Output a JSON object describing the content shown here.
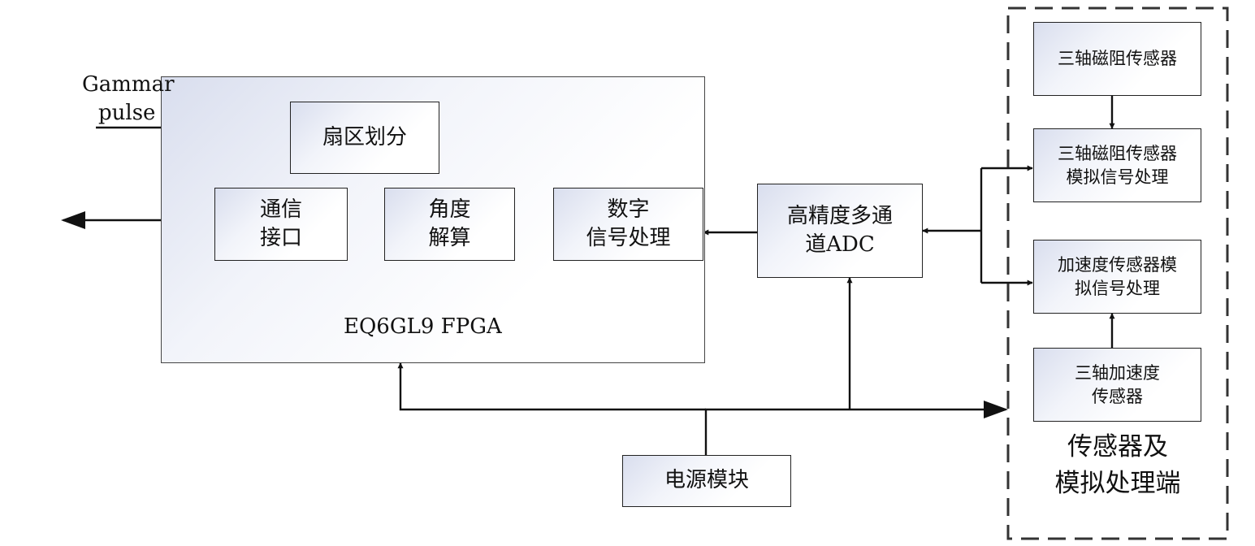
{
  "fpga": {
    "label": "EQ6GL9 FPGA"
  },
  "gammar": {
    "line1": "Gammar",
    "line2": "pulse"
  },
  "blocks": {
    "sector": "扇区划分",
    "comm": "通信\n接口",
    "angle": "角度\n解算",
    "dsp": "数字\n信号处理",
    "adc": "高精度多通\n道ADC",
    "power": "电源模块"
  },
  "sensor_panel": {
    "title": "传感器及\n模拟处理端",
    "mr_sensor": "三轴磁阻传感器",
    "mr_signal": "三轴磁阻传感器\n模拟信号处理",
    "acc_signal": "加速度传感器模\n拟信号处理",
    "acc_sensor": "三轴加速度\n传感器"
  }
}
